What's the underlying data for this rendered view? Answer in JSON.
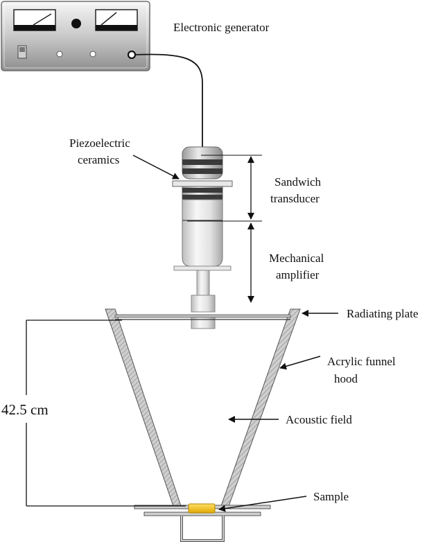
{
  "labels": {
    "generator": "Electronic generator",
    "piezo_line1": "Piezoelectric",
    "piezo_line2": "ceramics",
    "sandwich_line1": "Sandwich",
    "sandwich_line2": "transducer",
    "mechanical_line1": "Mechanical",
    "mechanical_line2": "amplifier",
    "radiating_plate": "Radiating plate",
    "funnel_line1": "Acrylic funnel",
    "funnel_line2": "hood",
    "acoustic_field": "Acoustic field",
    "sample": "Sample",
    "height": "42.5 cm"
  },
  "colors": {
    "generator_panel": "#a8a8a8",
    "generator_highlight": "#f4f4f4",
    "transducer_body": "#e6e6e6",
    "piezo_band": "#3a3a3a",
    "sample": "#f2c200",
    "funnel_wall": "#9a9a9a"
  }
}
